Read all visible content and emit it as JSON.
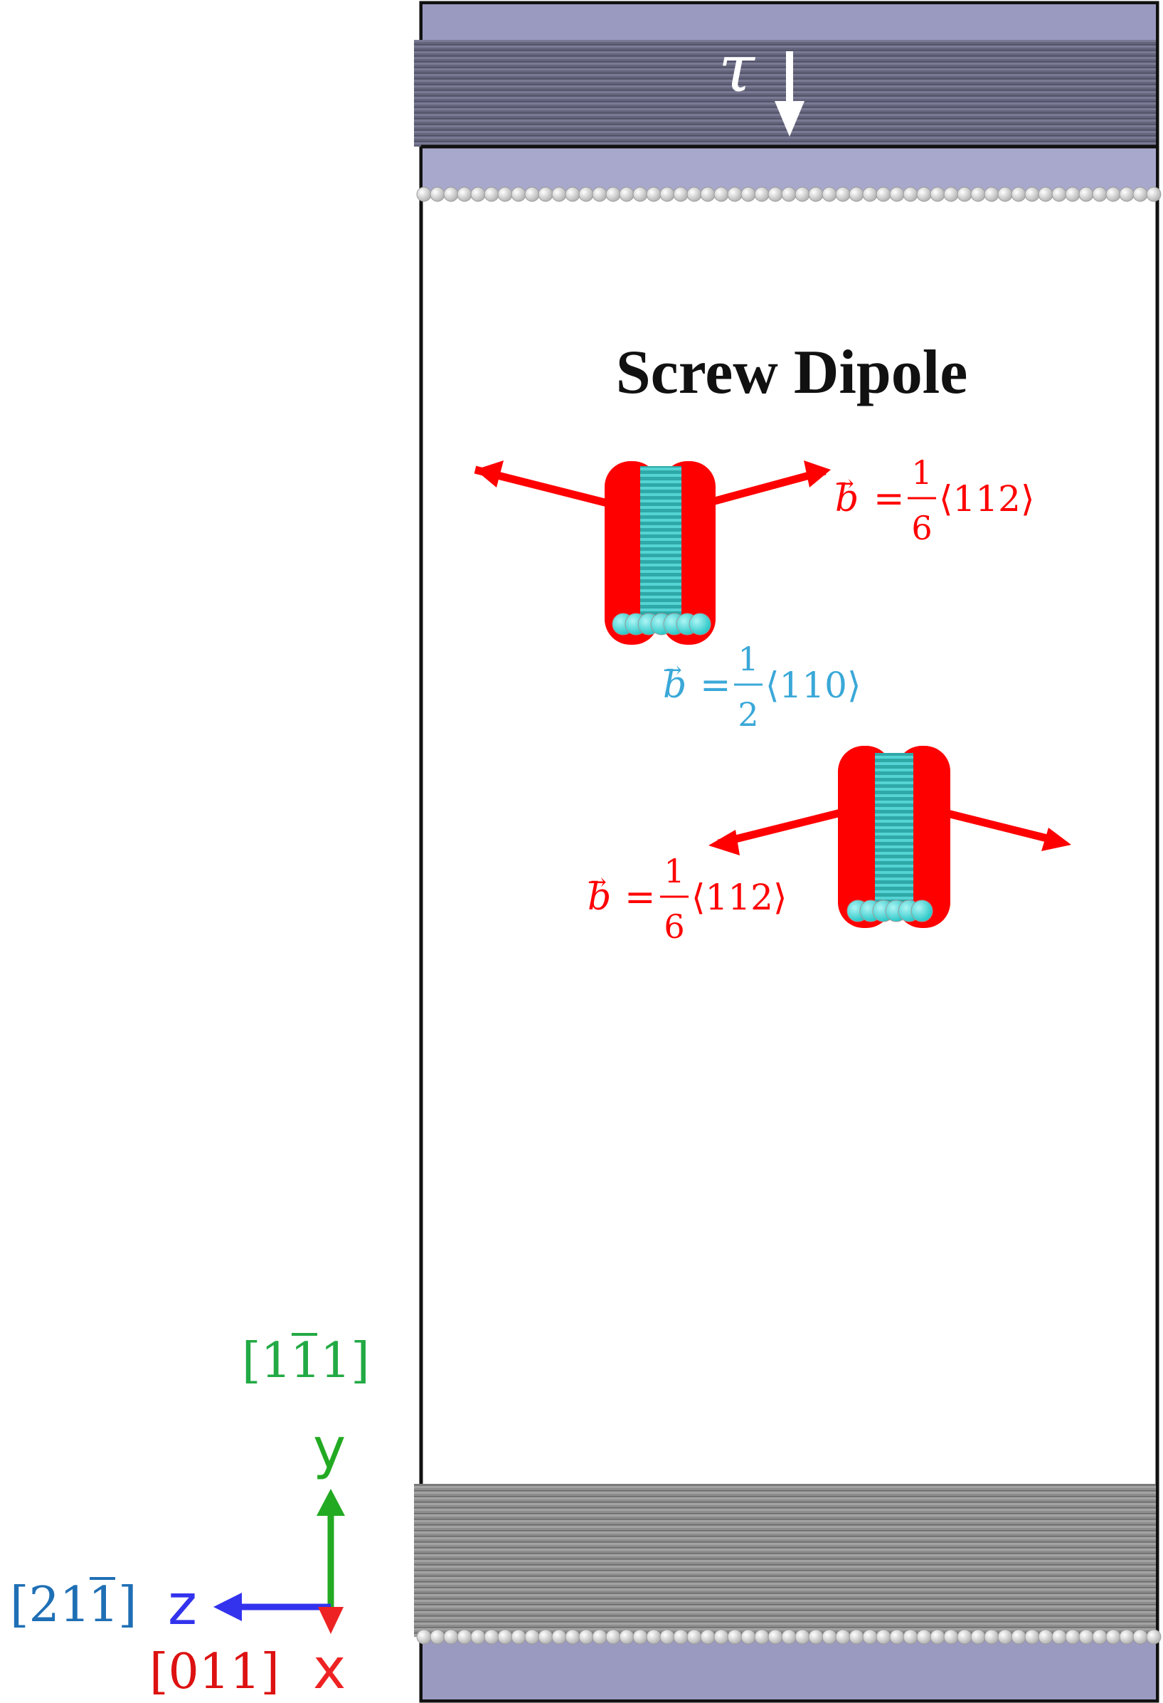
{
  "title": "Screw Dipole",
  "stress_label": "τ",
  "burgers": {
    "b_symbol": "b",
    "equals": "=",
    "partial_top": {
      "numerator": "1",
      "denominator": "6",
      "vector": "⟨112⟩"
    },
    "full": {
      "numerator": "1",
      "denominator": "2",
      "vector": "⟨110⟩"
    },
    "partial_bottom": {
      "numerator": "1",
      "denominator": "6",
      "vector": "⟨112⟩"
    }
  },
  "axes": {
    "y_letter": "y",
    "z_letter": "z",
    "x_letter": "x",
    "y_direction": "[1 1 1]",
    "z_direction": "[2 1 1]",
    "x_direction": "[011]"
  },
  "colors": {
    "partial": "#ff0000",
    "core": "#3dbfbf",
    "full_label": "#3aa8d8",
    "y_axis": "#22aa22",
    "z_axis": "#3333ee",
    "x_axis": "#ee2222",
    "y_direction": "#22aa44",
    "z_direction": "#1f6fb5",
    "x_direction": "#dd1111",
    "slab_dark": "#6c6c86",
    "slab_light": "#a8a8cc",
    "bottom_slab": "#8a8a8a"
  }
}
